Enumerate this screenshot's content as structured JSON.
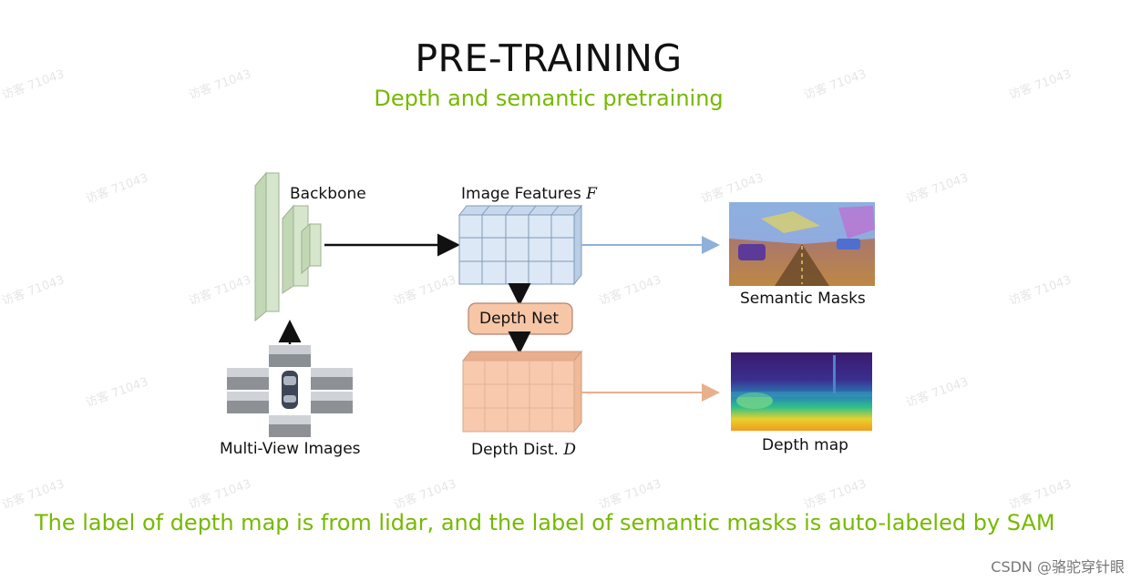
{
  "slide": {
    "title": "PRE-TRAINING",
    "subtitle": "Depth and semantic pretraining",
    "caption": "The label of depth map is from lidar, and the label of semantic masks is auto-labeled by SAM"
  },
  "diagram": {
    "backbone_label": "Backbone",
    "image_features_label": "Image Features",
    "image_features_symbol": "F",
    "depth_net_label": "Depth Net",
    "depth_dist_label": "Depth Dist.",
    "depth_dist_symbol": "D",
    "multi_view_label": "Multi-View Images",
    "semantic_masks_label": "Semantic Masks",
    "depth_map_label": "Depth map"
  },
  "colors": {
    "accent_green": "#76b900",
    "features_grid": "#dce8f5",
    "depth_grid": "#f8c9ac",
    "depth_net_box": "#f6c6a6",
    "backbone": "#d6e6cc"
  },
  "watermark": {
    "text": "访客 71043",
    "credit": "CSDN @骆驼穿针眼"
  }
}
